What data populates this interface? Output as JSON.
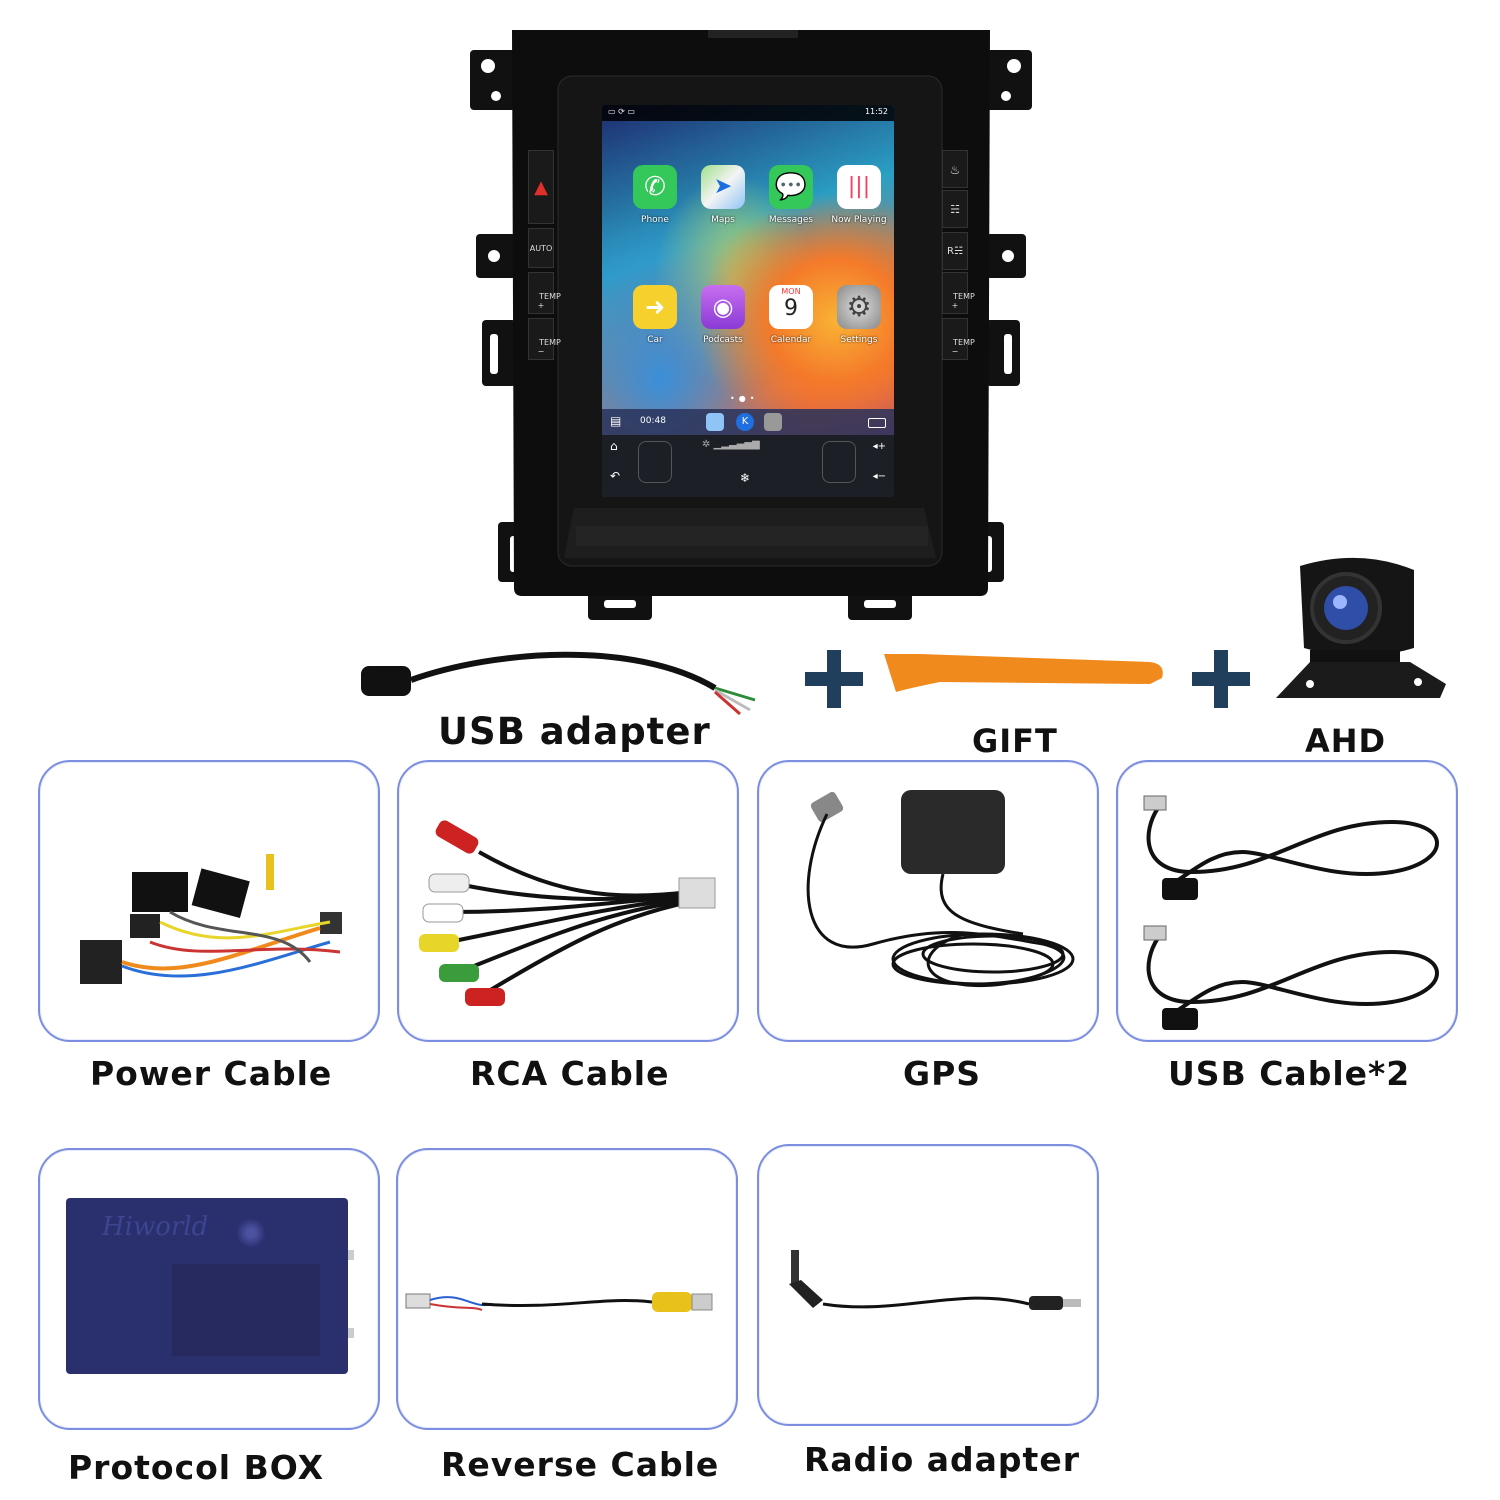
{
  "head_unit": {
    "status_time": "11:52",
    "dock_time": "00:48",
    "side_buttons_left": [
      "AUTO",
      "TEMP\n+",
      "TEMP\n−"
    ],
    "side_buttons_right": [
      "TEMP\n+",
      "TEMP\n−"
    ],
    "apps": [
      {
        "label": "Phone"
      },
      {
        "label": "Maps"
      },
      {
        "label": "Messages"
      },
      {
        "label": "Now Playing"
      },
      {
        "label": "Car"
      },
      {
        "label": "Podcasts"
      },
      {
        "label": "Calendar",
        "day": "MON",
        "date": "9"
      },
      {
        "label": "Settings"
      }
    ]
  },
  "top_row": {
    "usb_adapter_label": "USB adapter",
    "gift_label": "GIFT",
    "ahd_label": "AHD"
  },
  "accessories": [
    {
      "label": "Power Cable"
    },
    {
      "label": "RCA Cable"
    },
    {
      "label": "GPS"
    },
    {
      "label": "USB Cable*2"
    },
    {
      "label": "Protocol BOX",
      "brand": "Hiworld"
    },
    {
      "label": "Reverse Cable"
    },
    {
      "label": "Radio adapter"
    }
  ],
  "colors": {
    "card_border": "#7b8ee0",
    "plus": "#1f3f5c",
    "pry_tool": "#f08a1c",
    "protocol_box": "#2a2f6e"
  }
}
